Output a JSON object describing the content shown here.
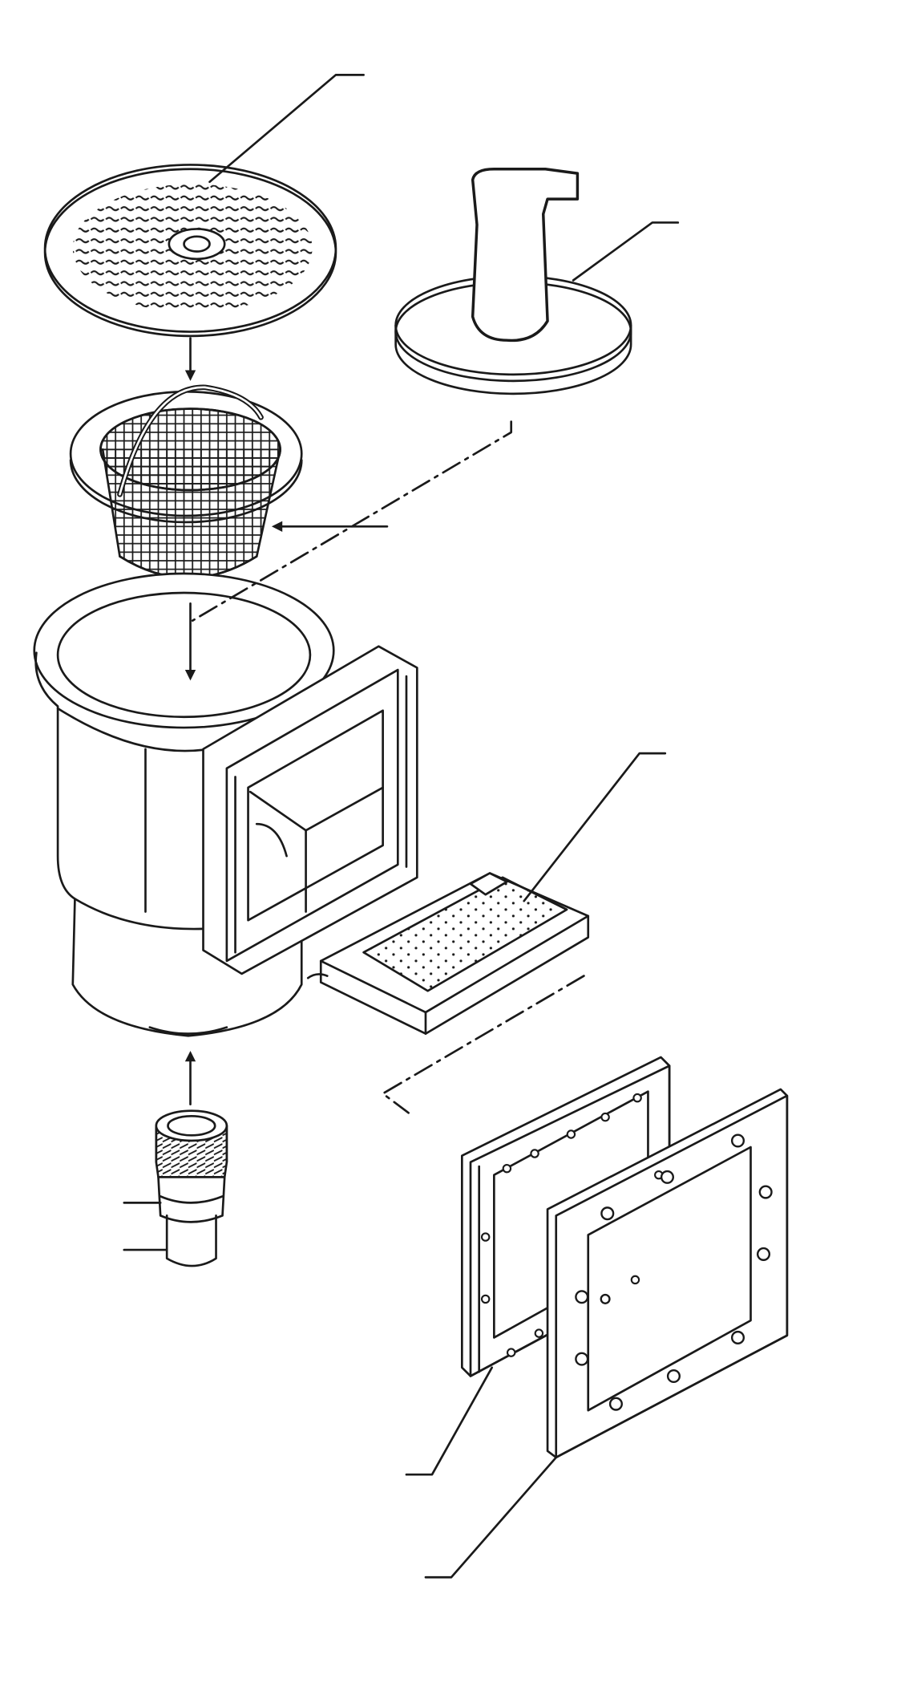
{
  "diagram": {
    "type": "exploded-parts-diagram",
    "line_color": "#1a1a1a",
    "background": "#ffffff",
    "parts": [
      {
        "id": "skimmer-lid",
        "icon": "round-lid-icon"
      },
      {
        "id": "vacuum-plate",
        "icon": "vacuum-plate-icon"
      },
      {
        "id": "skimmer-basket",
        "icon": "basket-icon"
      },
      {
        "id": "skimmer-body",
        "icon": "skimmer-body-icon"
      },
      {
        "id": "weir-door",
        "icon": "weir-door-icon"
      },
      {
        "id": "hose-adapter",
        "icon": "threaded-adapter-icon"
      },
      {
        "id": "gasket",
        "icon": "gasket-icon"
      },
      {
        "id": "face-plate",
        "icon": "face-plate-icon"
      }
    ],
    "callouts": [
      {
        "id": "lid"
      },
      {
        "id": "vacuum-plate"
      },
      {
        "id": "basket"
      },
      {
        "id": "weir"
      },
      {
        "id": "adapter-upper"
      },
      {
        "id": "adapter-lower"
      },
      {
        "id": "gasket"
      },
      {
        "id": "face-plate"
      }
    ]
  }
}
